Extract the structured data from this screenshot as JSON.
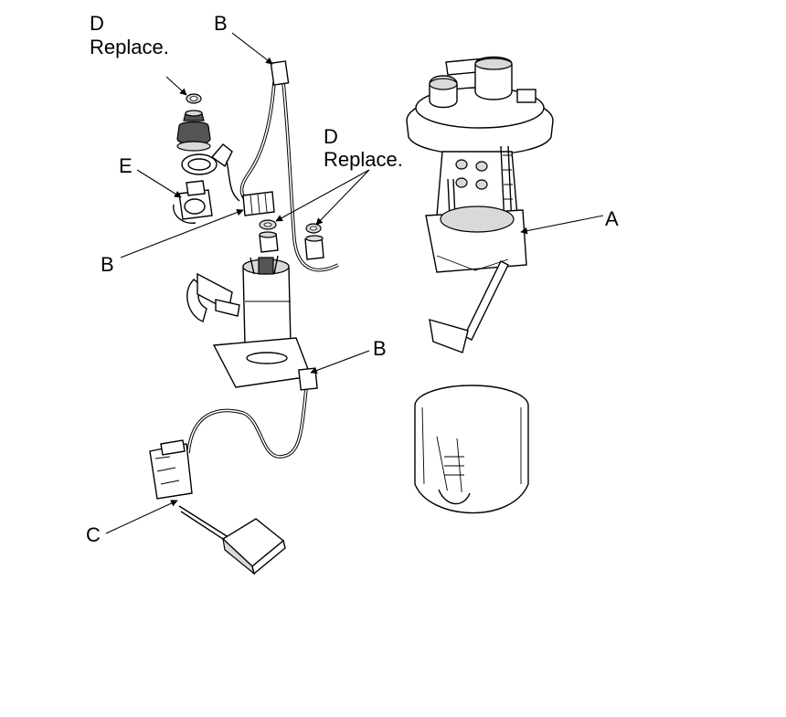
{
  "callouts": {
    "d_top": {
      "letter": "D",
      "note": "Replace."
    },
    "b_top": {
      "letter": "B"
    },
    "d_mid": {
      "letter": "D",
      "note": "Replace."
    },
    "e": {
      "letter": "E"
    },
    "b_left": {
      "letter": "B"
    },
    "a": {
      "letter": "A"
    },
    "b_lower": {
      "letter": "B"
    },
    "c": {
      "letter": "C"
    }
  },
  "colors": {
    "ink": "#000000",
    "paper": "#ffffff",
    "shade": "#d9d9d9"
  }
}
